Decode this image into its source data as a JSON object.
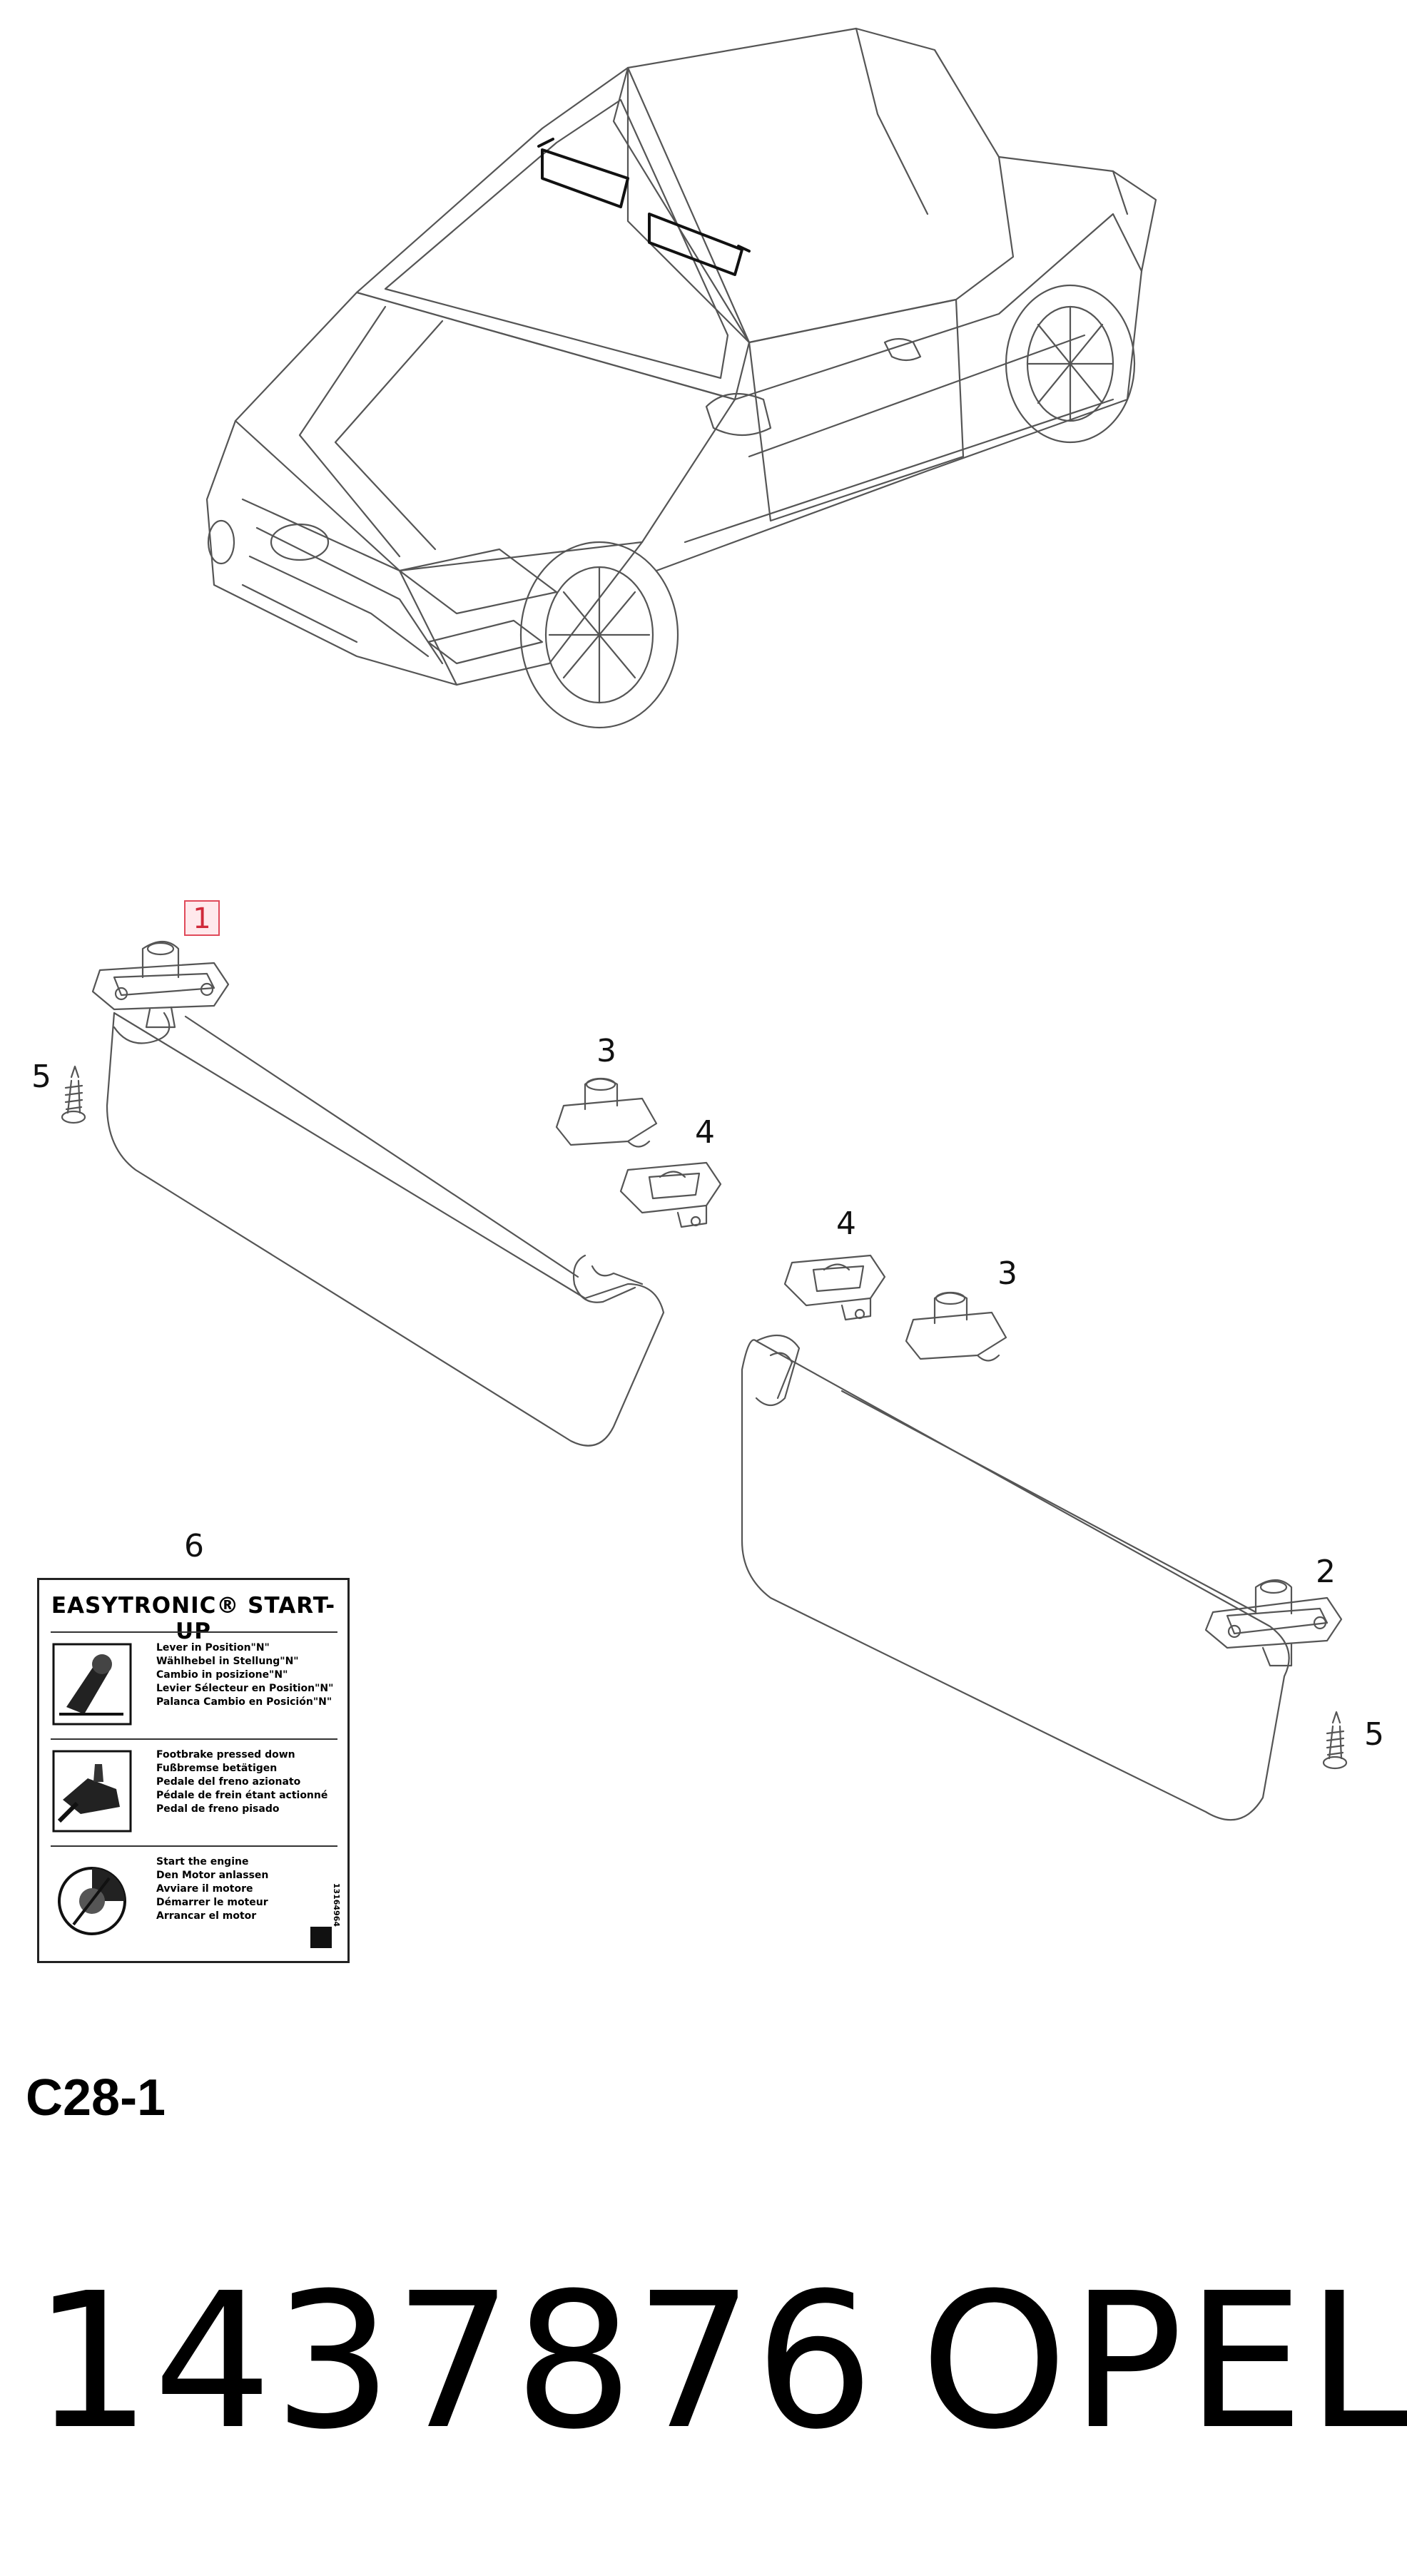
{
  "callouts": {
    "c1": "1",
    "c2": "2",
    "c3a": "3",
    "c3b": "3",
    "c4a": "4",
    "c4b": "4",
    "c5a": "5",
    "c5b": "5",
    "c6": "6"
  },
  "label": {
    "title": "EASYTRONIC® START-UP",
    "rows": [
      {
        "icon": "gear-lever-icon",
        "lines": [
          "Lever in Position\"N\"",
          "Wählhebel in Stellung\"N\"",
          "Cambio in posizione\"N\"",
          "Levier Sélecteur en Position\"N\"",
          "Palanca Cambio en Posición\"N\""
        ]
      },
      {
        "icon": "foot-pedal-icon",
        "lines": [
          "Footbrake pressed down",
          "Fußbremse betätigen",
          "Pedale del freno azionato",
          "Pédale de frein étant actionné",
          "Pedal de freno pisado"
        ]
      },
      {
        "icon": "ignition-key-icon",
        "lines": [
          "Start the engine",
          "Den Motor anlassen",
          "Avviare il motore",
          "Démarrer le moteur",
          "Arrancar el motor"
        ]
      }
    ],
    "code": "13164964"
  },
  "sheet_code": "C28-1",
  "part_number": "1437876",
  "brand": "OPEL",
  "colors": {
    "line": "#3a3a3a",
    "callout_highlight_border": "#e04a5a",
    "callout_highlight_fill": "#ffe9ec"
  }
}
